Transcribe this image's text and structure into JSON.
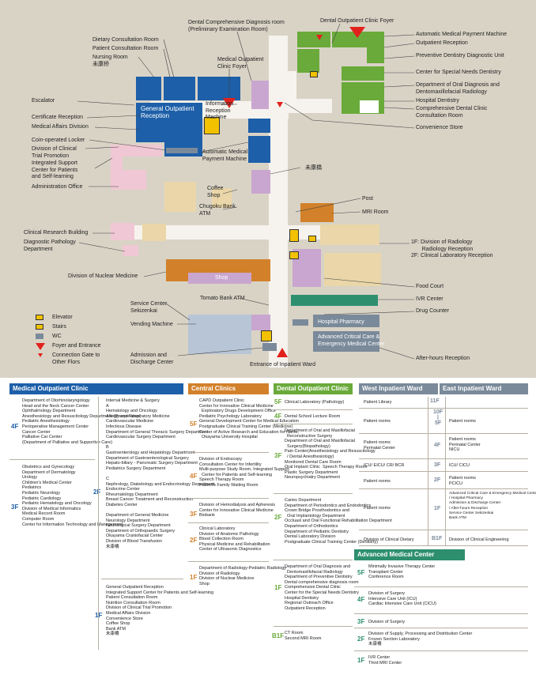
{
  "map": {
    "left_labels": [
      "Escalator",
      "Certificate Reception",
      "Medical Affairs Division",
      "Coin-operated Locker",
      "Division of Clinical\nTrial Promotion",
      "Integrated Support\nCenter for Patients\nand Self-learning",
      "Administration Office",
      "Clinical Research Building",
      "Diagnostic Pathology\nDepartment",
      "Division of Nuclear Medicine"
    ],
    "top_labels": [
      "Dietary Consultation Room",
      "Patient Consultation Room",
      "Nursing Room\n未康桥"
    ],
    "center_labels": {
      "dental_diag": "Dental Comprehensive Diagnosis room\n(Preliminary Examination Room)",
      "med_foyer": "Medical Outpatient\nClinic Foyer",
      "gen_reception": "General Outpatient\nReception",
      "info_machine": "Information\nReception\nMachine",
      "auto_payment": "Automatic Medical\nPayment Machine",
      "mikohashi": "未康橋",
      "coffee": "Coffee\nShop",
      "chugoku": "Chugoku Bank\nATM",
      "shop": "Shop",
      "post": "Post",
      "mri": "MRI Room",
      "tomato": "Tomato Bank ATM",
      "service_center": "Service Center\nSekizenkai",
      "vending": "Vending Machine",
      "admission": "Admission and\nDischarge Center",
      "inpatient_entrance": "Entrance of Inpatient Ward",
      "pharmacy": "Hospital Pharmacy",
      "emergency": "Advanced Critical Care &\nEmergency Medical Center"
    },
    "right_labels": [
      "Dental Outpatient Clinic Foyer",
      "Automatic Medical Payment Machine",
      "Outpatient Reception",
      "Preventive Dentistry Diagnostic Unit",
      "Center for Special Needs Dentistry",
      "Department of Oral Diagnosis and\nDentomaxillofacial Radiology",
      "Hospital Dentistry",
      "Comprehensive Dental Clinic\nConsultation Room",
      "Convenience Store",
      "1F: Division of Radiology\n       Radiology Reception\n2F: Clinical Laboratory Reception",
      "Food Court",
      "IVR Center",
      "Drug Counter",
      "After-hours Reception"
    ],
    "legend": {
      "elevator": "Elevator",
      "stairs": "Stairs",
      "wc": "WC",
      "foyer": "Foyer and Entrance",
      "gate": "Connection Gate to\nOther Flors"
    },
    "colors": {
      "medical": "#1d5fa8",
      "central": "#d2812a",
      "dental": "#6aaa3a",
      "ward": "#7a8a9a",
      "amc": "#2e8f6f",
      "pink": "#f0c7d4",
      "tan": "#ead6a8",
      "purple": "#c9a6cf",
      "red": "#e2211c"
    }
  },
  "directory": {
    "medical": {
      "header": "Medical Outpatient Clinic",
      "f4": "4F",
      "f4_entries": "Department of Otorhinolaryngology\nHead and the Neck Cancer Center\nOphthalmology Department\nAnesthesiology and Resuscitology Department (Preoperative)\nPediatric Anesthesiology\nPerioperative Management Center\nCancer Center\nPalliative Car Center\n(Department of Palliative and Supportive Care)",
      "f3": "3F",
      "f3_entries": "Obstetrics and Gynecology\nDepartment of Dermatology\nUrology\nChildren's Medical Center\nPediatrics\nPediatric Neurology\nPediatric Cardiology\nPediatric Hematology and Oncology\nDivision of Medical Informatics\nMedical Record Room\nComputer Room\nCenter for Information Technology and Management",
      "f2": "2F",
      "f2_entries": "Internal Medicine & Surgery\nA\nHematology and Oncology\nAllergy and Respiratory Medicine\nCardiovascular Medicine\nInfectious Disease\nDepartment of General Thoracic Surgery Department\nCardiovascular Surgery Department\n\nB\nGastroenterology and Hepatology Department\nDepartment of Gastroenterological Surgery\nHepato-biliary - Pancreatic Surgery Department\nPediatrics Surgery Department\n\nC\nNephrology, Diabetology and Endocrinology Department\nEndocrine Center\nRheumatology Department\nBreast Cancer Treatment and Reconstruction\nDiabetes Center\n\nDepartment of General Medicine\nNeurology Department\nNeurological Surgery Department\nDepartment of Orthopaedic Surgery\nOkayama Craniofacial Center\nDivision of Blood Transfusion\n未康橋",
      "f1": "1F",
      "f1_entries": "General Outpatient Reception\nIntegrated Support Center for Patients and Self-learning\nPatient Consultation Room\nNutrition Consultation Room\nDivision of Clinical Trial Promotion\nMedical Affairs Division\nConvenience Store\nCoffee Shop\nBank ATM\n未康橋"
    },
    "central": {
      "header": "Central Clinics",
      "f5": "5F",
      "f5_entries": "CAPD Outpatient Clinic\nCenter for Innovative Clinical Medicine\n  Exploratory Drugs Development Office\nPediatric Psychology Laboratory\nGeneral Development Center for Medical Education\nPostgraduate Clinical Training Center (Medicine)\nCenter of Active Research and Education for Nurse,\n  Okayama University Hospital",
      "f4": "4F",
      "f4_entries": "Division of Endoscopy\nConsultation Center for Infertility\nMulti-purpose Study Room, Integrated Support\n  Center for Patients and Self-learning\nSpeech Therapy Room\nPatient's Family Waiting Room",
      "f3": "3F",
      "f3_entries": "Division of Hemodialysis and Apheresis\nCenter for Innovative Clinical Medicine\nBiobank",
      "f2": "2F",
      "f2_entries": "Clinical Laboratory\nDivision of Anatomic Pathology\nBlood Collection Room\nPhysical Medicine and Rehabilitation\nCenter of Ultrasonic Diagnostics",
      "f1": "1F",
      "f1_entries": "Department of Radiology-Pediatric Radiology\nDivision of Radiology\nDivision of Nuclear Medicine\nShop"
    },
    "dental": {
      "header": "Dental Outpatient Clinic",
      "f5": "5F",
      "f5_entries": "Clinical Laboratory (Pathology)",
      "f4": "4F",
      "f4_entries": "Dental School Lecture Room",
      "f3": "3F",
      "f3_entries": "Department of Oral and Maxillofacial\n  Reconstructive Surgery\nDepartment of Oral and Maxillofacial\n  Surgery(Biopathology)\nPain Center(Anesthesiology and Resuscitology\n  / Dental Anesthesiology)\nMonitored Dental Care Room\nOral Implant Clinic  Speech Therapy Room\nPlastic Surgery Department\nNeuropsychiatry Department",
      "f2": "2F",
      "f2_entries": "Caries Department\nDepartment of Periodontics and Endodontics\nCrown Bridge Prosthodontics and\n  Oral Implantology Department\nOccluasl and Oral Functional Rehabilitation Department\nDepartment of Orthodontics\nDepartment of Pediatric Dentistry\nDental Laboratory Division\nPostgraduate Clinical Training Center (Dentistry)",
      "f1": "1F",
      "f1_entries": "Department of Oral Diagnosis and\n  Dentomaxillofacial Radiology\nDepartment of Preventive Dentistry\nDental comprehensive diagnosis room\nComprehensive Dental Clinic\nCenter for the Special Needs Dentistry\nHospital Dentistry\nRegional Outreach Office\nOutpatient Reception",
      "b1": "B1F",
      "b1_entries": "CT Room\nSecond MRI Room"
    },
    "ward": {
      "west_header": "West Inpatient Ward",
      "east_header": "East Inpatient Ward",
      "rows": [
        {
          "west": "Patient Library",
          "floor": "11F",
          "east": ""
        },
        {
          "west": "Patient rooms",
          "floor": "10F\n|\n5F",
          "east": "Patient rooms"
        },
        {
          "west": "Patient rooms\nPerinatal Center",
          "floor": "4F",
          "east": "Patient rooms\nPerinatal Center\nNICU"
        },
        {
          "west": "ICU/ EICU/ CR/ BCR",
          "floor": "3F",
          "east": "ICU/ CICU"
        },
        {
          "west": "Patient rooms",
          "floor": "2F",
          "east": "Patient rooms\nPCICU"
        },
        {
          "west": "Patient rooms",
          "floor": "1F",
          "east": "Advanced Critical Care & Emergency Medical Center\n/ Hospital Pharmacy\nAdmission & Discharge Center\n/ After-hours Reception\nService Center Sekizenkai\nBank ATM"
        },
        {
          "west": "Division of Clinical Dietary",
          "floor": "B1F",
          "east": "Division of Clinical Engineering"
        }
      ]
    },
    "amc": {
      "header": "Advanced Medical Center",
      "rows": [
        {
          "floor": "5F",
          "text": "Minimally Invasive Therapy Center\nTransplant Center\nConference Room"
        },
        {
          "floor": "4F",
          "text": "Division of Surgery\nIntensive Care Unit (ICU)\nCardiac Intensive Care Unit (CICU)"
        },
        {
          "floor": "3F",
          "text": "Division of Surgery"
        },
        {
          "floor": "2F",
          "text": "Division of Supply, Processing and Distribution Center\nFrozen Section Laboratory\n未康橋"
        },
        {
          "floor": "1F",
          "text": "IVR Center\nThird MRI Center"
        }
      ]
    }
  }
}
